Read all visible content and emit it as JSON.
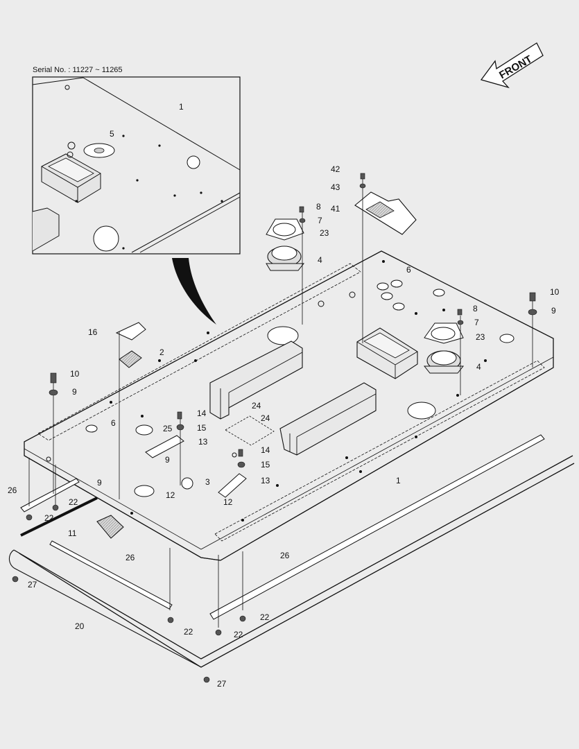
{
  "serial_label": "Serial No. : 11227 ~ 11265",
  "front_label": "FRONT",
  "callouts": [
    {
      "id": "c1a",
      "text": "1"
    },
    {
      "id": "c5",
      "text": "5"
    },
    {
      "id": "c42",
      "text": "42"
    },
    {
      "id": "c43",
      "text": "43"
    },
    {
      "id": "c41",
      "text": "41"
    },
    {
      "id": "c8a",
      "text": "8"
    },
    {
      "id": "c7a",
      "text": "7"
    },
    {
      "id": "c23a",
      "text": "23"
    },
    {
      "id": "c4a",
      "text": "4"
    },
    {
      "id": "c6a",
      "text": "6"
    },
    {
      "id": "c10a",
      "text": "10"
    },
    {
      "id": "c9a",
      "text": "9"
    },
    {
      "id": "c8b",
      "text": "8"
    },
    {
      "id": "c7b",
      "text": "7"
    },
    {
      "id": "c23b",
      "text": "23"
    },
    {
      "id": "c4b",
      "text": "4"
    },
    {
      "id": "c16",
      "text": "16"
    },
    {
      "id": "c2",
      "text": "2"
    },
    {
      "id": "c10b",
      "text": "10"
    },
    {
      "id": "c9b",
      "text": "9"
    },
    {
      "id": "c6b",
      "text": "6"
    },
    {
      "id": "c24a",
      "text": "24"
    },
    {
      "id": "c24b",
      "text": "24"
    },
    {
      "id": "c14a",
      "text": "14"
    },
    {
      "id": "c15a",
      "text": "15"
    },
    {
      "id": "c25",
      "text": "25"
    },
    {
      "id": "c13a",
      "text": "13"
    },
    {
      "id": "c9c",
      "text": "9"
    },
    {
      "id": "c9d",
      "text": "9"
    },
    {
      "id": "c14b",
      "text": "14"
    },
    {
      "id": "c15b",
      "text": "15"
    },
    {
      "id": "c13b",
      "text": "13"
    },
    {
      "id": "c3",
      "text": "3"
    },
    {
      "id": "c12a",
      "text": "12"
    },
    {
      "id": "c12b",
      "text": "12"
    },
    {
      "id": "c1b",
      "text": "1"
    },
    {
      "id": "c26a",
      "text": "26"
    },
    {
      "id": "c22a",
      "text": "22"
    },
    {
      "id": "c22b",
      "text": "22"
    },
    {
      "id": "c11",
      "text": "11"
    },
    {
      "id": "c26b",
      "text": "26"
    },
    {
      "id": "c26c",
      "text": "26"
    },
    {
      "id": "c27a",
      "text": "27"
    },
    {
      "id": "c20",
      "text": "20"
    },
    {
      "id": "c22c",
      "text": "22"
    },
    {
      "id": "c22d",
      "text": "22"
    },
    {
      "id": "c22e",
      "text": "22"
    },
    {
      "id": "c27b",
      "text": "27"
    }
  ]
}
